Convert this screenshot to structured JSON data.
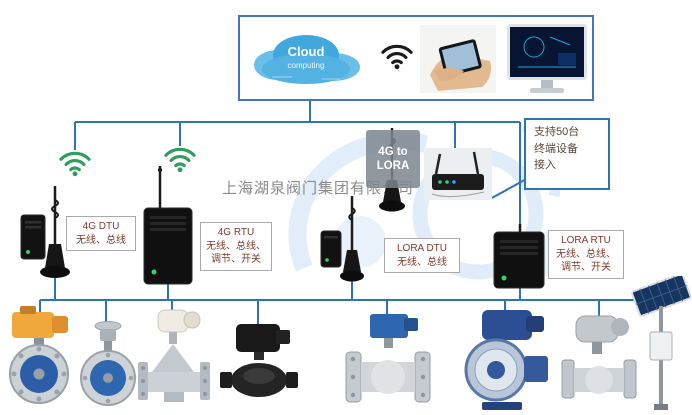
{
  "watermark": {
    "company": "上海湖泉阀门集团有限公司"
  },
  "cloud": {
    "line1": "Cloud",
    "line2": "computing"
  },
  "device_labels": {
    "g4_dtu": {
      "title": "4G DTU",
      "line1": "无线、总线"
    },
    "g4_rtu": {
      "title": "4G RTU",
      "line1": "无线、总线、",
      "line2": "调节、开关"
    },
    "gateway": {
      "line1": "4G to",
      "line2": "LORA"
    },
    "capacity": {
      "line1": "支持50台",
      "line2": "终端设备",
      "line3": "接入"
    },
    "lora_dtu": {
      "title": "LORA DTU",
      "line1": "无线、总线"
    },
    "lora_rtu": {
      "title": "LORA RTU",
      "line1": "无线、总线、",
      "line2": "调节、开关"
    }
  },
  "colors": {
    "connector_line": "#2E74B5",
    "top_box_border": "#4472C4",
    "capacity_box_border": "#2E74B5",
    "label_text": "#7D3A2D",
    "wifi_green": "#2E9E5B",
    "cloud_blue": "#41A8DE"
  },
  "icons": {
    "wifi_signal": "wifi-arcs",
    "cloud_computing": "cloud-shape",
    "smartphone_in_hand": "photo",
    "computer_monitor": "photo",
    "antenna": "whip-antenna",
    "solar_station": "solar-panel-pole"
  }
}
